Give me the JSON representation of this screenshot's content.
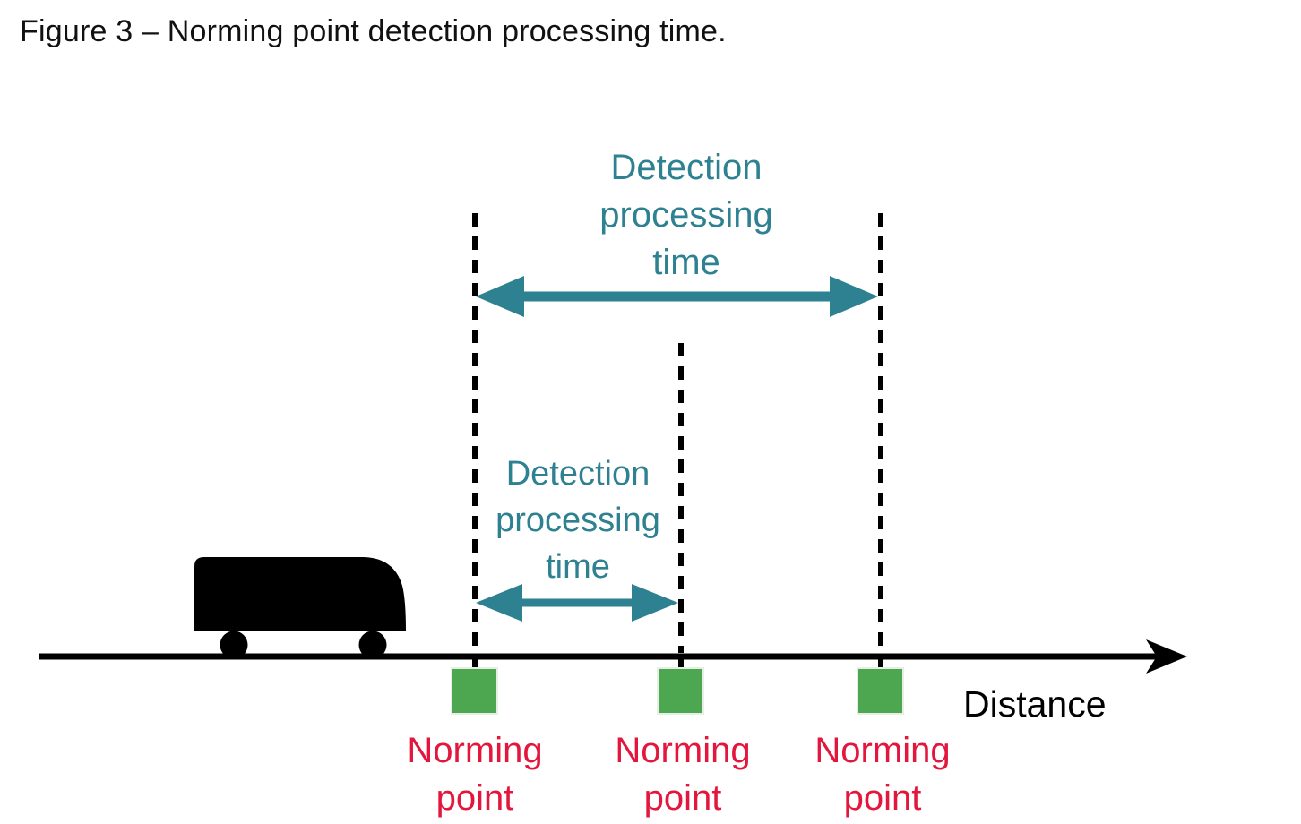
{
  "figure": {
    "title": "Figure 3 – Norming point detection processing time."
  },
  "axis": {
    "label": "Distance"
  },
  "annotations": {
    "detection_top": {
      "lines": [
        "Detection",
        "processing",
        "time"
      ]
    },
    "detection_mid": {
      "lines": [
        "Detection",
        "processing",
        "time"
      ]
    }
  },
  "norming_points": [
    {
      "label_lines": [
        "Norming",
        "point"
      ]
    },
    {
      "label_lines": [
        "Norming",
        "point"
      ]
    },
    {
      "label_lines": [
        "Norming",
        "point"
      ]
    }
  ],
  "icons": {
    "vehicle": "bus-silhouette-icon",
    "detection_arrow": "double-headed-arrow",
    "axis_arrow": "right-arrowhead"
  },
  "colors": {
    "teal": "#2E8191",
    "red": "#E3173E",
    "green": "#4DA750",
    "axis_black": "#000000"
  }
}
